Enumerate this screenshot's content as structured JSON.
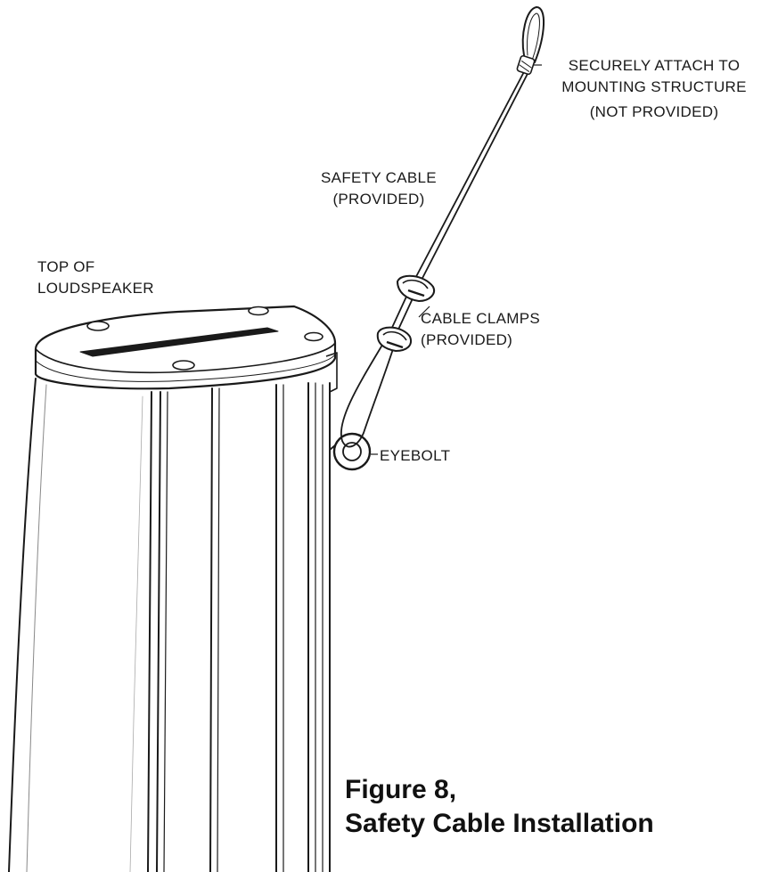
{
  "labels": {
    "attach_line1": "SECURELY ATTACH TO",
    "attach_line2": "MOUNTING STRUCTURE",
    "attach_line3": "(NOT PROVIDED)",
    "safety_line1": "SAFETY CABLE",
    "safety_line2": "(PROVIDED)",
    "top_line1": "TOP OF",
    "top_line2": "LOUDSPEAKER",
    "clamps_line1": "CABLE CLAMPS",
    "clamps_line2": "(PROVIDED)",
    "eyebolt": "EYEBOLT"
  },
  "caption": {
    "line1": "Figure 8,",
    "line2": "Safety Cable Installation"
  },
  "colors": {
    "line_art": "#1a1a1a",
    "background": "#ffffff"
  }
}
